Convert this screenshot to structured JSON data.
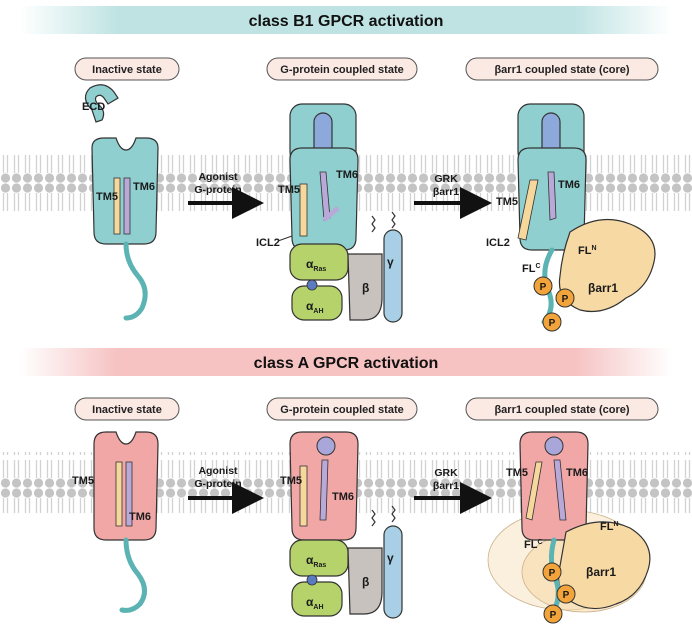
{
  "class_b1": {
    "title": "class B1 GPCR activation",
    "inactive_label": "Inactive state",
    "gprotein_label": "G-protein coupled state",
    "barr_label": "βarr1 coupled state (core)",
    "ecd": "ECD",
    "tm5": "TM5",
    "tm6": "TM6",
    "icl2": "ICL2",
    "arrow1_line1": "Agonist",
    "arrow1_line2": "G-protein",
    "arrow2_line1": "GRK",
    "arrow2_line2": "βarr1",
    "alpha_ras": "Ras",
    "alpha_ah": "AH",
    "alpha": "α",
    "beta": "β",
    "gamma": "γ",
    "fl_c": "FL",
    "fl_c_sup": "C",
    "fl_n": "FL",
    "fl_n_sup": "N",
    "barr1": "βarr1",
    "p": "P"
  },
  "class_a": {
    "title": "class A GPCR activation",
    "inactive_label": "Inactive state",
    "gprotein_label": "G-protein coupled state",
    "barr_label": "βarr1 coupled state (core)",
    "tm5": "TM5",
    "tm6": "TM6",
    "arrow1_line1": "Agonist",
    "arrow1_line2": "G-protein",
    "arrow2_line1": "GRK",
    "arrow2_line2": "βarr1",
    "alpha_ras": "Ras",
    "alpha_ah": "AH",
    "alpha": "α",
    "beta": "β",
    "gamma": "γ",
    "fl_c": "FL",
    "fl_c_sup": "C",
    "fl_n": "FL",
    "fl_n_sup": "N",
    "barr1": "βarr1",
    "p": "P"
  },
  "colors": {
    "b1_receptor": "#8fcfcf",
    "a_receptor": "#f2a7a7",
    "b1_banner": "#bfe3e3",
    "a_banner": "#f6c2c2",
    "membrane": "#bdbdbd",
    "g_alpha": "#b5d36a",
    "g_beta": "#c7c2bd",
    "g_gamma": "#a9cfe6",
    "arrestin": "#f7d9a4",
    "phosphate": "#f2a33a"
  }
}
